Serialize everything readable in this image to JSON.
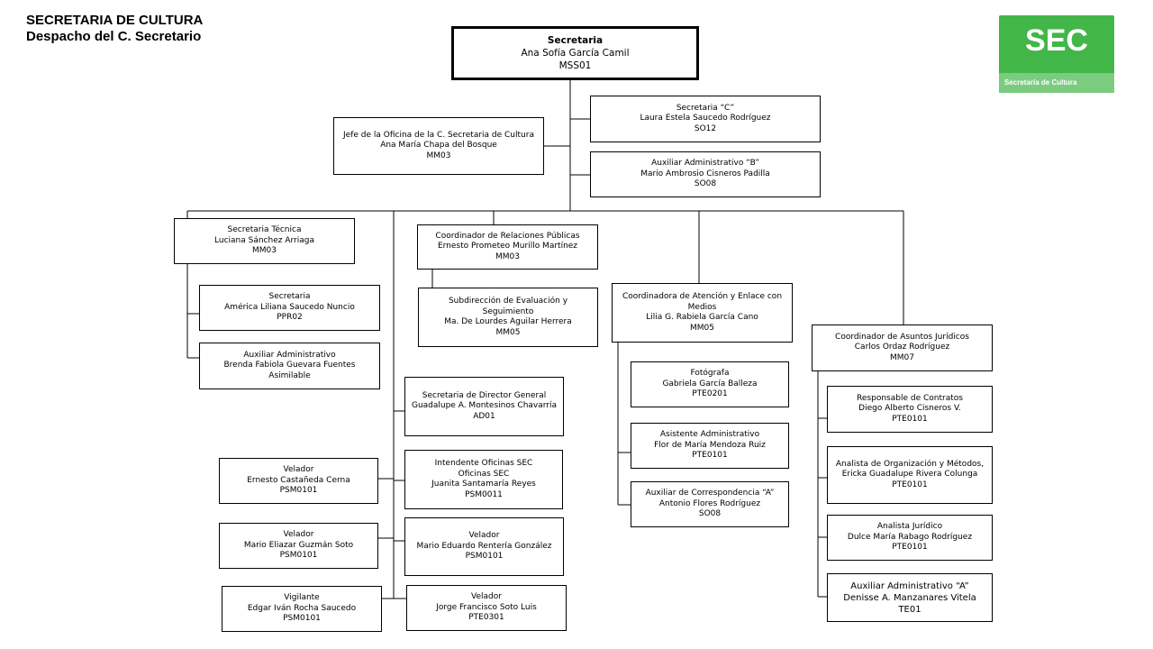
{
  "header": {
    "line1": "SECRETARIA DE CULTURA",
    "line2": "Despacho del C. Secretario"
  },
  "logo": {
    "text": "SEC",
    "subtitle": "Secretaría de Cultura",
    "color": "#43b649"
  },
  "positions": {
    "secretaria": {
      "title": "Secretaria",
      "name": "Ana Sofía García Camil",
      "code": "MSS01"
    },
    "secretaria_c": {
      "title": "Secretaria  “C”",
      "name": "Laura Estela Saucedo Rodríguez",
      "code": "SO12"
    },
    "jefe_oficina": {
      "title": "Jefe de la Oficina de la C. Secretaria de Cultura",
      "name": "Ana María Chapa del Bosque",
      "code": "MM03"
    },
    "aux_adm_b": {
      "title": "Auxiliar Administrativo  “B”",
      "name": "Mario Ambrosio Cisneros Padilla",
      "code": "SO08"
    },
    "sec_tecnica": {
      "title": "Secretaria Técnica",
      "name": "Luciana Sánchez Arriaga",
      "code": "MM03"
    },
    "coord_rp": {
      "title": "Coordinador de Relaciones Públicas",
      "name": "Ernesto Prometeo Murillo Martínez",
      "code": "MM03"
    },
    "sec_amer": {
      "title": "Secretaria",
      "name": "América Liliana Saucedo Nuncio",
      "code": "PPR02"
    },
    "aux_brenda": {
      "title": "Auxiliar Administrativo",
      "name": "Brenda Fabiola Guevara Fuentes",
      "code": "Asimilable"
    },
    "subdir_eval": {
      "title": "Subdirección de Evaluación y Seguimiento",
      "name": "Ma. De Lourdes Aguilar Herrera",
      "code": "MM05"
    },
    "coord_atencion": {
      "title": "Coordinadora  de  Atención y Enlace con Medios",
      "name": "Lilia G. Rabiela García Cano",
      "code": "MM05"
    },
    "coord_juridicos": {
      "title": "Coordinador  de  Asuntos Jurídicos",
      "name": "Carlos Ordaz Rodríguez",
      "code": "MM07"
    },
    "fotografa": {
      "title": "Fotógrafa",
      "name": "Gabriela García Balleza",
      "code": "PTE0201"
    },
    "sec_dir_gral": {
      "title": "Secretaria de Director General",
      "name": "Guadalupe A. Montesinos Chavarría",
      "code": "AD01"
    },
    "resp_contratos": {
      "title": "Responsable de Contratos",
      "name": "Diego Alberto Cisneros V.",
      "code": "PTE0101"
    },
    "asist_adm": {
      "title": "Asistente Administrativo",
      "name": "Flor de María  Mendoza Ruiz",
      "code": "PTE0101"
    },
    "analista_org": {
      "title": "Analista de Organización  y Métodos,",
      "name": "Ericka Guadalupe Rivera Colunga",
      "code": "PTE0101"
    },
    "velador_ernesto": {
      "title": "Velador",
      "name": "Ernesto Castañeda Cerna",
      "code": "PSM0101"
    },
    "intendente": {
      "title": "Intendente Oficinas SEC",
      "name": "Oficinas SEC",
      "extra": "Juanita Santamaría Reyes",
      "code": "PSM0011"
    },
    "aux_correspondencia": {
      "title": "Auxiliar de Correspondencia “A”",
      "name": "Antonio Flores Rodríguez",
      "code": "SO08"
    },
    "velador_mario_el": {
      "title": "Velador",
      "name": "Mario Eliazar Guzmán Soto",
      "code": "PSM0101"
    },
    "velador_mario_ed": {
      "title": "Velador",
      "name": "Mario Eduardo  Rentería González",
      "code": "PSM0101"
    },
    "analista_juridico": {
      "title": "Analista Jurídico",
      "name": "Dulce María Rabago Rodríguez",
      "code": "PTE0101"
    },
    "aux_adm_a": {
      "title": "Auxiliar Administrativo  “A”",
      "name": "Denisse A. Manzanares Vitela",
      "code": "TE01"
    },
    "vigilante": {
      "title": "Vigilante",
      "name": "Edgar Iván Rocha Saucedo",
      "code": "PSM0101"
    },
    "velador_jorge": {
      "title": "Velador",
      "name": "Jorge Francisco  Soto Luis",
      "code": "PTE0301"
    }
  }
}
